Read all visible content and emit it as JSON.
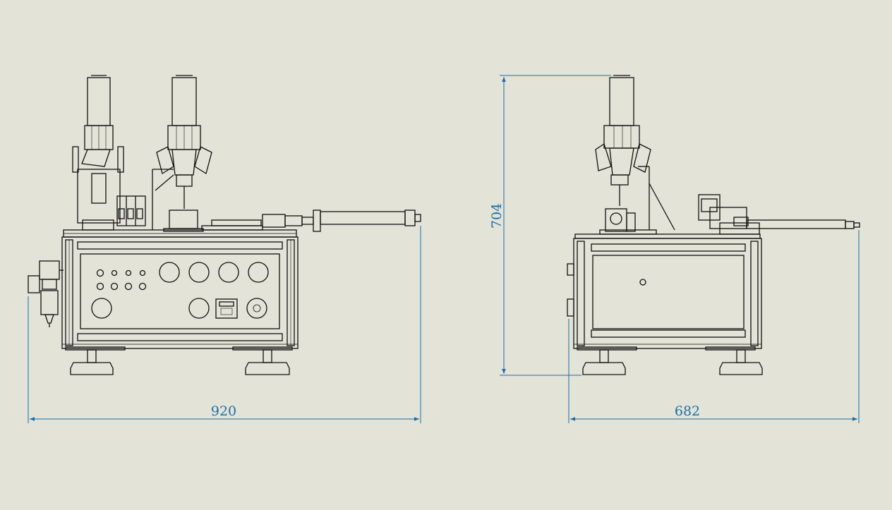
{
  "drawing": {
    "background": "#e3e3d8",
    "line_color": "#111111",
    "dimension_color": "#1a6fa8",
    "views": [
      {
        "name": "front-view"
      },
      {
        "name": "side-view"
      }
    ],
    "dimensions": {
      "front_width": "920",
      "side_width": "682",
      "height": "704"
    }
  }
}
